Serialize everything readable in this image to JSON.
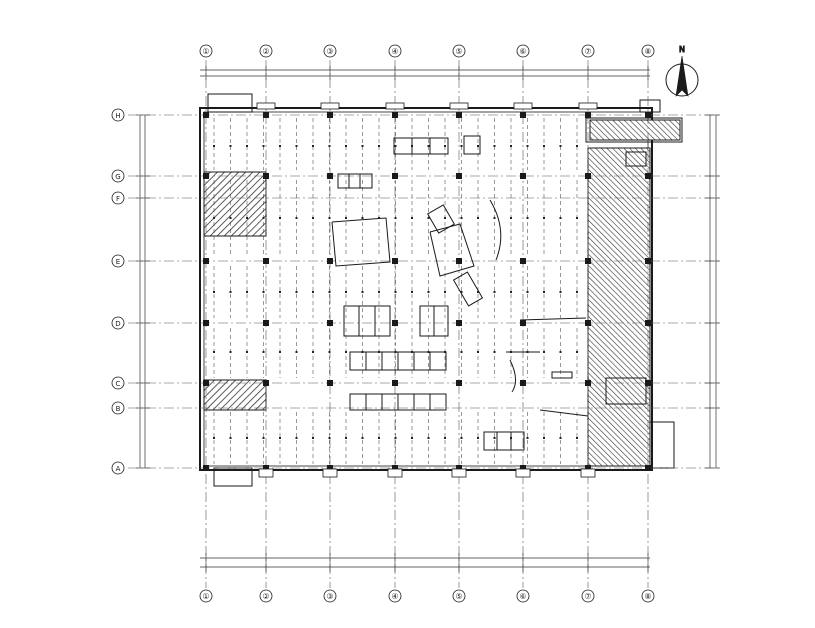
{
  "drawing": {
    "grid_columns": [
      "①",
      "②",
      "③",
      "④",
      "⑤",
      "⑥",
      "⑦",
      "⑧"
    ],
    "grid_rows": [
      "H",
      "G",
      "F",
      "E",
      "D",
      "C",
      "B",
      "A"
    ],
    "north_arrow_label": "N",
    "colors": {
      "line": "#1a1a1a",
      "grid": "#555555",
      "hatch": "#333333",
      "fill": "#ffffff"
    }
  }
}
